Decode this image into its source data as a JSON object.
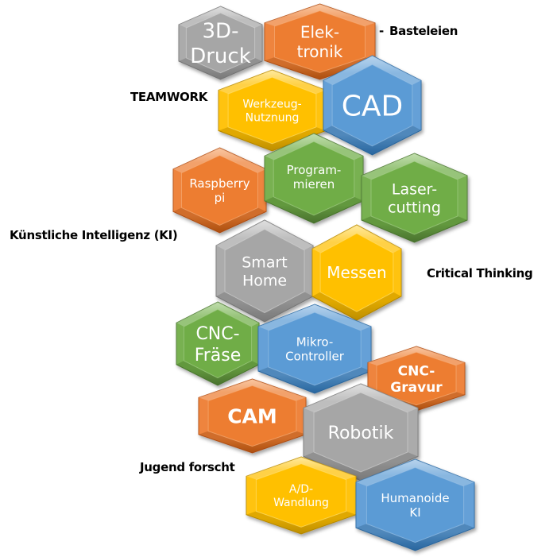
{
  "colors": {
    "gray": {
      "base": "#a6a6a6",
      "light": "#d4d4d4",
      "dark": "#8a8a8a",
      "edge": "#7f7f7f"
    },
    "orange": {
      "base": "#ed7d31",
      "light": "#f7b27f",
      "dark": "#c55a11",
      "edge": "#b85216"
    },
    "yellow": {
      "base": "#ffc000",
      "light": "#ffe27a",
      "dark": "#d9a300",
      "edge": "#c09000"
    },
    "blue": {
      "base": "#5b9bd5",
      "light": "#9dc3e6",
      "dark": "#2e75b6",
      "edge": "#2f6ea8"
    },
    "green": {
      "base": "#70ad47",
      "light": "#a9d18e",
      "dark": "#548235",
      "edge": "#4f7d33"
    }
  },
  "hexagons": [
    {
      "id": "3d-druck",
      "lines": [
        "3D-",
        "Druck"
      ],
      "color": "gray",
      "bold": false
    },
    {
      "id": "elektronik",
      "lines": [
        "Elek-",
        "tronik"
      ],
      "color": "orange",
      "bold": false
    },
    {
      "id": "werkzeug",
      "lines": [
        "Werkzeug-",
        "Nutznung"
      ],
      "color": "yellow",
      "bold": false
    },
    {
      "id": "cad",
      "lines": [
        "CAD"
      ],
      "color": "blue",
      "bold": false
    },
    {
      "id": "raspberry-pi",
      "lines": [
        "Raspberry",
        "pi"
      ],
      "color": "orange",
      "bold": false
    },
    {
      "id": "programmieren",
      "lines": [
        "Program-",
        "mieren"
      ],
      "color": "green",
      "bold": false
    },
    {
      "id": "lasercutting",
      "lines": [
        "Laser-",
        "cutting"
      ],
      "color": "green",
      "bold": false
    },
    {
      "id": "smart-home",
      "lines": [
        "Smart",
        "Home"
      ],
      "color": "gray",
      "bold": false
    },
    {
      "id": "messen",
      "lines": [
        "Messen"
      ],
      "color": "yellow",
      "bold": false
    },
    {
      "id": "cnc-fraese",
      "lines": [
        "CNC-",
        "Fräse"
      ],
      "color": "green",
      "bold": false
    },
    {
      "id": "mikro-controller",
      "lines": [
        "Mikro-",
        "Controller"
      ],
      "color": "blue",
      "bold": false
    },
    {
      "id": "cnc-gravur",
      "lines": [
        "CNC-",
        "Gravur"
      ],
      "color": "orange",
      "bold": true
    },
    {
      "id": "cam",
      "lines": [
        "CAM"
      ],
      "color": "orange",
      "bold": true
    },
    {
      "id": "robotik",
      "lines": [
        "Robotik"
      ],
      "color": "gray",
      "bold": false
    },
    {
      "id": "ad-wandlung",
      "lines": [
        "A/D-",
        "Wandlung"
      ],
      "color": "yellow",
      "bold": false
    },
    {
      "id": "humanoide-ki",
      "lines": [
        "Humanoide",
        "KI"
      ],
      "color": "blue",
      "bold": false
    }
  ],
  "side_labels": {
    "basteleien": "Basteleien",
    "dash": "-",
    "teamwork": "TEAMWORK",
    "ki": "Künstliche Intelligenz (KI)",
    "critical_thinking": "Critical Thinking",
    "jugend_forscht": "Jugend forscht"
  }
}
